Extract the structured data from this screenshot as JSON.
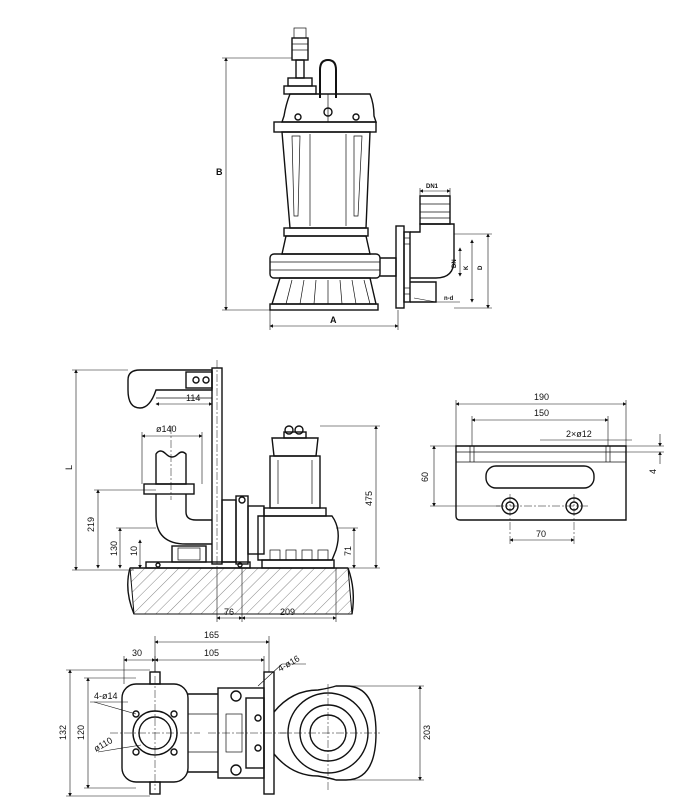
{
  "figure1": {
    "height_label": "B",
    "width_label": "A",
    "outlet_label": "DN1",
    "dn_label": "DN",
    "k_label": "K",
    "d_label": "D",
    "holes_label": "n-d"
  },
  "figure2": {
    "l_label": "L",
    "d114": "114",
    "d140": "ø140",
    "d219": "219",
    "d130": "130",
    "d10": "10",
    "d475": "475",
    "d71": "71",
    "d76": "76",
    "d209": "209"
  },
  "figure3": {
    "d190": "190",
    "d150": "150",
    "holes": "2×ø12",
    "d60": "60",
    "d4": "4",
    "d70": "70"
  },
  "figure4": {
    "d165": "165",
    "d30": "30",
    "d105": "105",
    "holes16": "4-ø16",
    "holes14": "4-ø14",
    "d132": "132",
    "d120": "120",
    "d110": "ø110",
    "d203": "203"
  }
}
